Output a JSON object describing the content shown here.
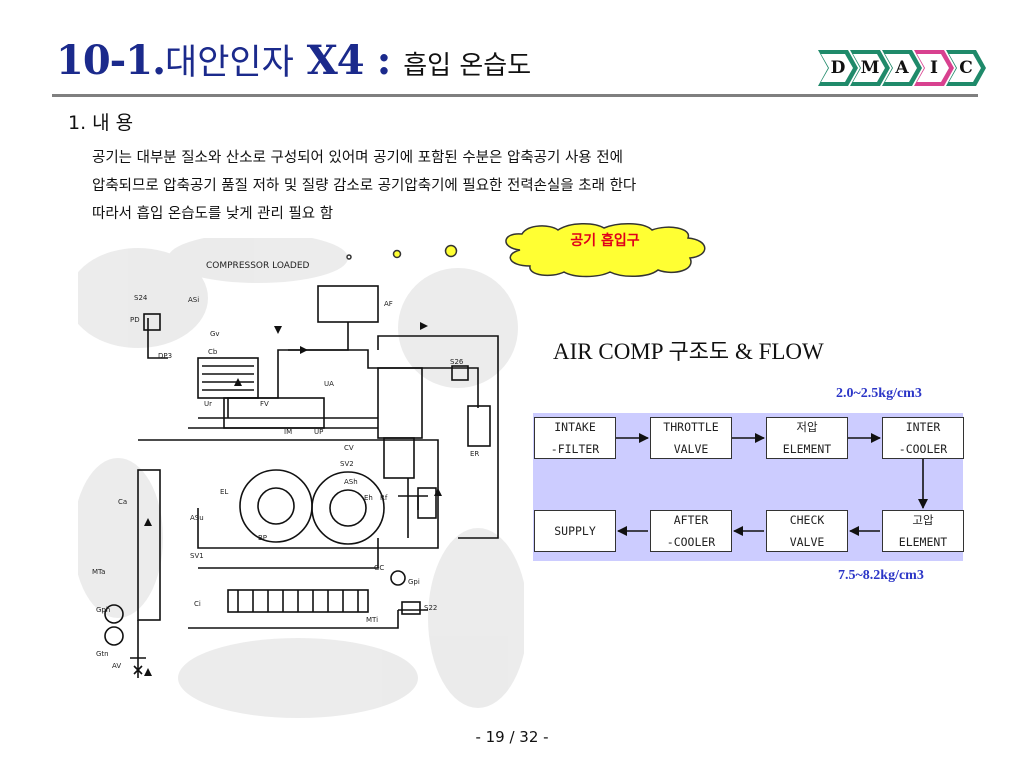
{
  "title": {
    "number": "10-1.",
    "korean": "대안인자",
    "x": " X4 : ",
    "subtitle": "흡입 온습도"
  },
  "dmaic": [
    {
      "letter": "D",
      "color": "#1f8a6a"
    },
    {
      "letter": "M",
      "color": "#1f8a6a"
    },
    {
      "letter": "A",
      "color": "#1f8a6a"
    },
    {
      "letter": "I",
      "color": "#d8418f"
    },
    {
      "letter": "C",
      "color": "#1f8a6a"
    }
  ],
  "section": {
    "heading": "1. 내 용",
    "lines": [
      "공기는 대부분 질소와 산소로 구성되어 있어며 공기에 포함된 수분은 압축공기 사용 전에",
      "압축되므로 압축공기 품질 저하 및 질량 감소로 공기압축기에 필요한 전력손실을 초래 한다",
      "따라서 흡입 온습도를 낮게 관리 필요 함"
    ]
  },
  "callout": {
    "text": "공기 흡입구",
    "fill": "#ffff33",
    "text_color": "#e0001a"
  },
  "schematic": {
    "header": "COMPRESSOR LOADED",
    "labels": [
      "S24",
      "PD",
      "DP3",
      "ASi",
      "AF",
      "Gv",
      "Cb",
      "UA",
      "Ur",
      "FV",
      "UP",
      "IM",
      "CV",
      "SV2",
      "ASh",
      "S26",
      "ER",
      "Ca",
      "EL",
      "ASu",
      "BP",
      "Eh",
      "Rf",
      "SV1",
      "GC",
      "Ci",
      "MTa",
      "Gph",
      "Gtn",
      "AV",
      "Gpi",
      "S22",
      "MTi"
    ]
  },
  "flow": {
    "title": "AIR COMP ",
    "title_korean": "구조도",
    "title_tail": " & FLOW",
    "pressure_low": "2.0~2.5kg/cm3",
    "pressure_high": "7.5~8.2kg/cm3",
    "background": "#ccccff",
    "boxes_top": [
      {
        "line1": "INTAKE",
        "line2": "-FILTER"
      },
      {
        "line1": "THROTTLE",
        "line2": "VALVE"
      },
      {
        "line1": "저압",
        "line2": "ELEMENT"
      },
      {
        "line1": "INTER",
        "line2": "-COOLER"
      }
    ],
    "boxes_bottom": [
      {
        "line1": "SUPPLY",
        "line2": ""
      },
      {
        "line1": "AFTER",
        "line2": "-COOLER"
      },
      {
        "line1": "CHECK",
        "line2": "VALVE"
      },
      {
        "line1": "고압",
        "line2": "ELEMENT"
      }
    ]
  },
  "footer": {
    "page": "- 19 / 32 -"
  }
}
